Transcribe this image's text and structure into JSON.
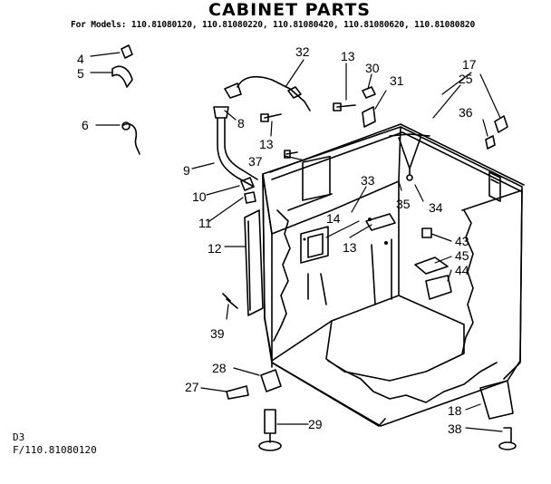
{
  "header": {
    "title": "CABINET PARTS",
    "models": "For Models: 110.81080120, 110.81080220, 110.81080420, 110.81080620, 110.81080820"
  },
  "footer": {
    "code": "D3",
    "ref": "F/110.81080120"
  },
  "callouts": [
    "4",
    "5",
    "6",
    "32",
    "13",
    "30",
    "31",
    "17",
    "25",
    "36",
    "8",
    "13",
    "37",
    "9",
    "10",
    "11",
    "12",
    "33",
    "14",
    "35",
    "34",
    "13",
    "43",
    "45",
    "44",
    "39",
    "28",
    "27",
    "29",
    "18",
    "38"
  ]
}
